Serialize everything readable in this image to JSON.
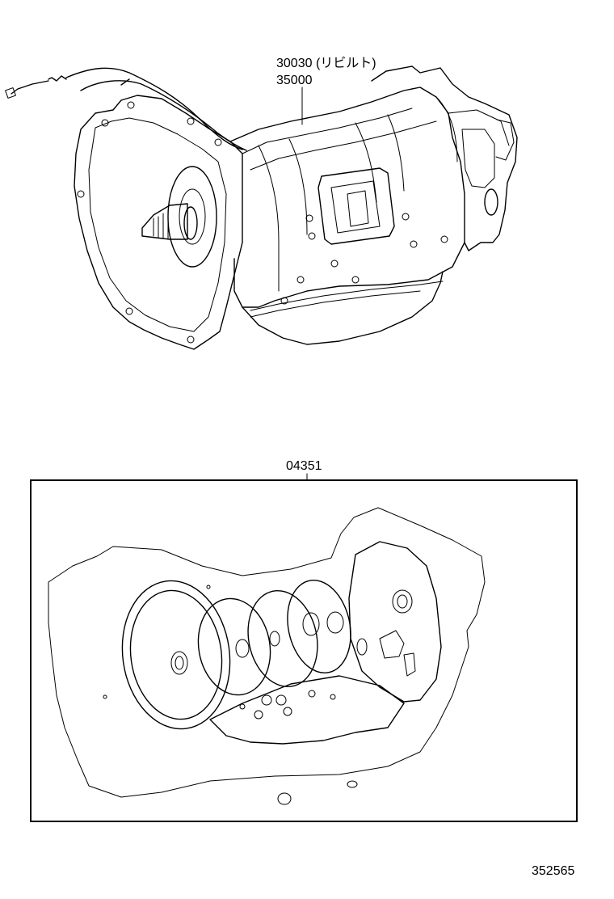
{
  "labels": {
    "part_rebuilt": "30030 (リビルト)",
    "part_assembly": "35000",
    "part_gasket_kit": "04351",
    "diagram_number": "352565"
  }
}
